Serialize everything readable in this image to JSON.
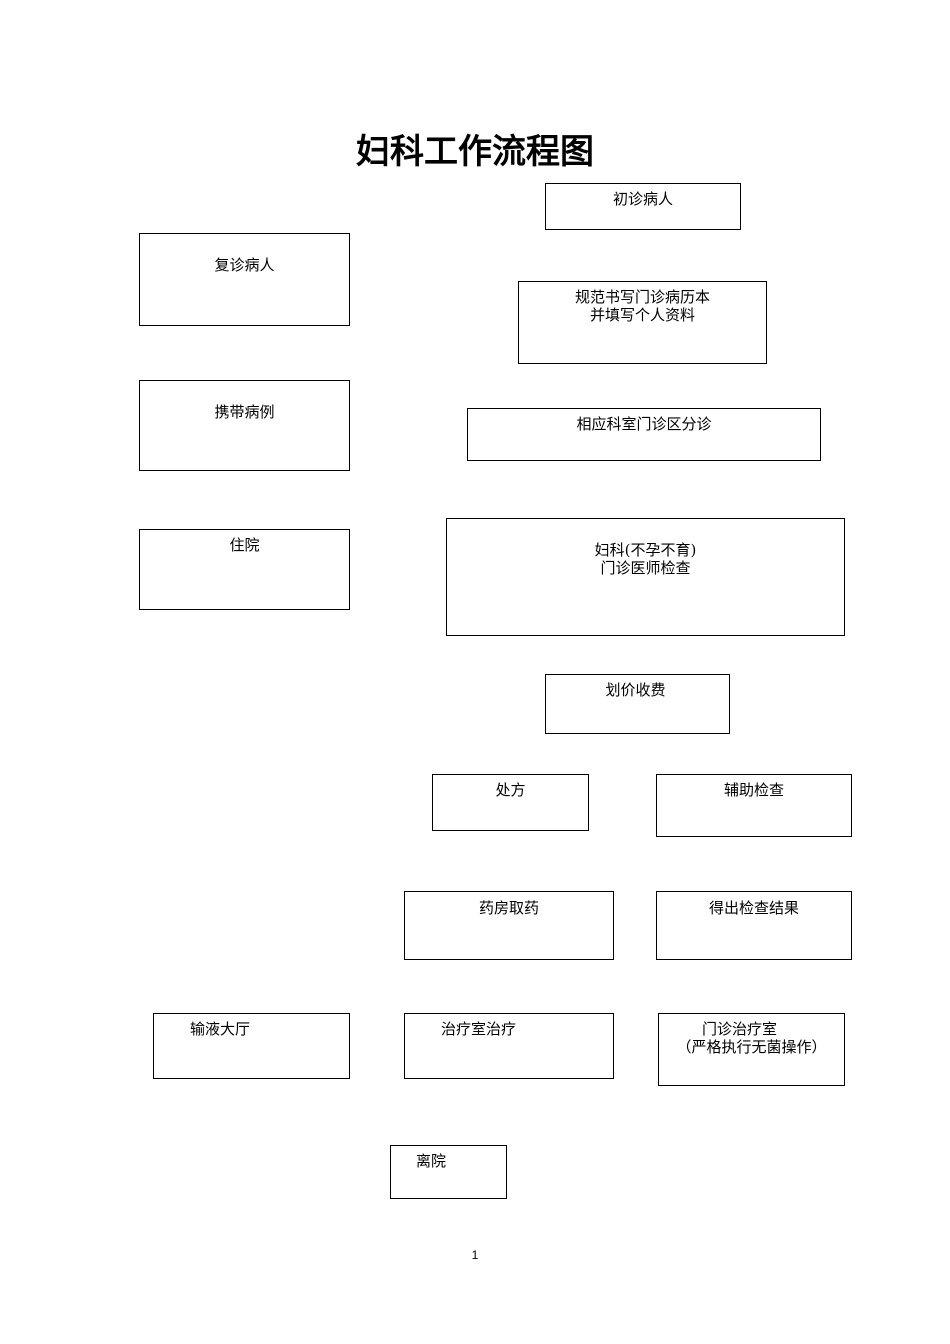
{
  "title": "妇科工作流程图",
  "boxes": {
    "first_visit": {
      "lines": [
        "初诊病人"
      ]
    },
    "return_visit": {
      "lines": [
        "复诊病人"
      ]
    },
    "write_record": {
      "lines": [
        "规范书写门诊病历本",
        "并填写个人资料"
      ]
    },
    "bring_record": {
      "lines": [
        "携带病例"
      ]
    },
    "triage": {
      "lines": [
        "相应科室门诊区分诊"
      ]
    },
    "hospitalize": {
      "lines": [
        "住院"
      ]
    },
    "gyn_exam": {
      "lines": [
        "妇科(不孕不育)",
        "门诊医师检查"
      ]
    },
    "pricing": {
      "lines": [
        "划价收费"
      ]
    },
    "prescription": {
      "lines": [
        "处方"
      ]
    },
    "aux_exam": {
      "lines": [
        "辅助检查"
      ]
    },
    "pharmacy": {
      "lines": [
        "药房取药"
      ]
    },
    "exam_result": {
      "lines": [
        "得出检查结果"
      ]
    },
    "infusion_hall": {
      "lines": [
        "输液大厅"
      ]
    },
    "treatment_room": {
      "lines": [
        "治疗室治疗"
      ]
    },
    "clinic_treatment": {
      "lines": [
        "门诊治疗室",
        "（严格执行无菌操作）"
      ]
    },
    "discharge": {
      "lines": [
        "离院"
      ]
    }
  },
  "page_number": "1"
}
